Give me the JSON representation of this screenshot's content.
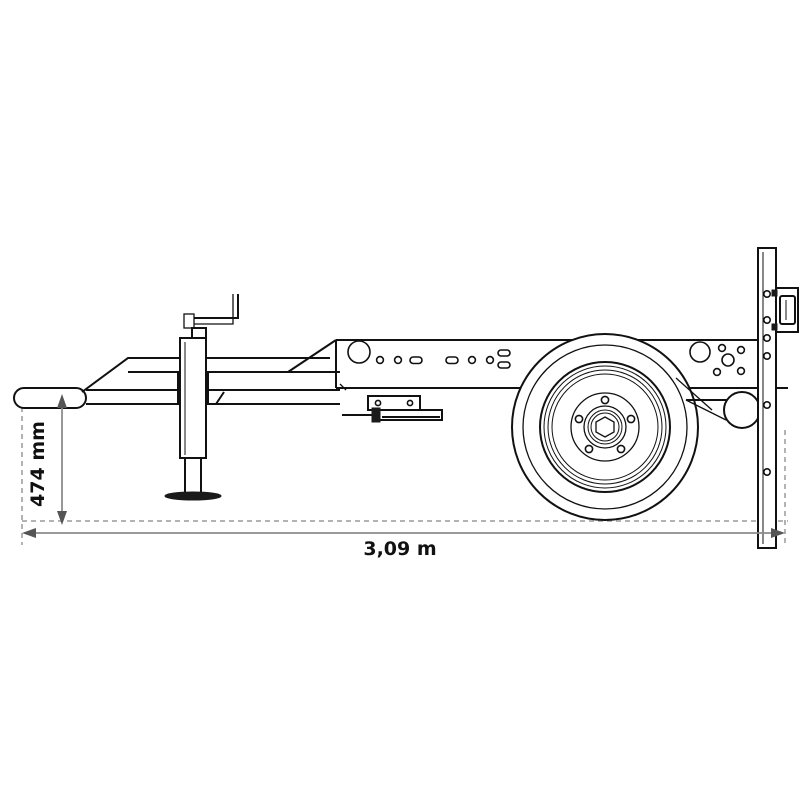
{
  "drawing": {
    "title": "Trailer side elevation technical drawing",
    "background_color": "#ffffff",
    "line_color": "#111111",
    "dimension_color": "#8c8c8c",
    "dimension_text_color": "#111111"
  },
  "dimensions": {
    "height": {
      "label": "474 mm",
      "orientation": "vertical",
      "name": "coupling-height"
    },
    "length": {
      "label": "3,09 m",
      "orientation": "horizontal",
      "name": "overall-length"
    }
  },
  "components": [
    {
      "name": "coupling-head",
      "label": "Coupling head"
    },
    {
      "name": "drawbar",
      "label": "Drawbar"
    },
    {
      "name": "jack-crank",
      "label": "Jack crank handle"
    },
    {
      "name": "jack-leg",
      "label": "Support jack leg"
    },
    {
      "name": "jack-foot",
      "label": "Jack foot plate"
    },
    {
      "name": "chassis-beam",
      "label": "Chassis beam"
    },
    {
      "name": "brake-rod",
      "label": "Brake rod assembly"
    },
    {
      "name": "wheel",
      "label": "Wheel and tire"
    },
    {
      "name": "hub",
      "label": "Wheel hub"
    },
    {
      "name": "rear-mast",
      "label": "Rear mast post"
    },
    {
      "name": "rear-lamp",
      "label": "Rear lamp housing"
    },
    {
      "name": "rear-roller",
      "label": "Rear roller"
    }
  ]
}
